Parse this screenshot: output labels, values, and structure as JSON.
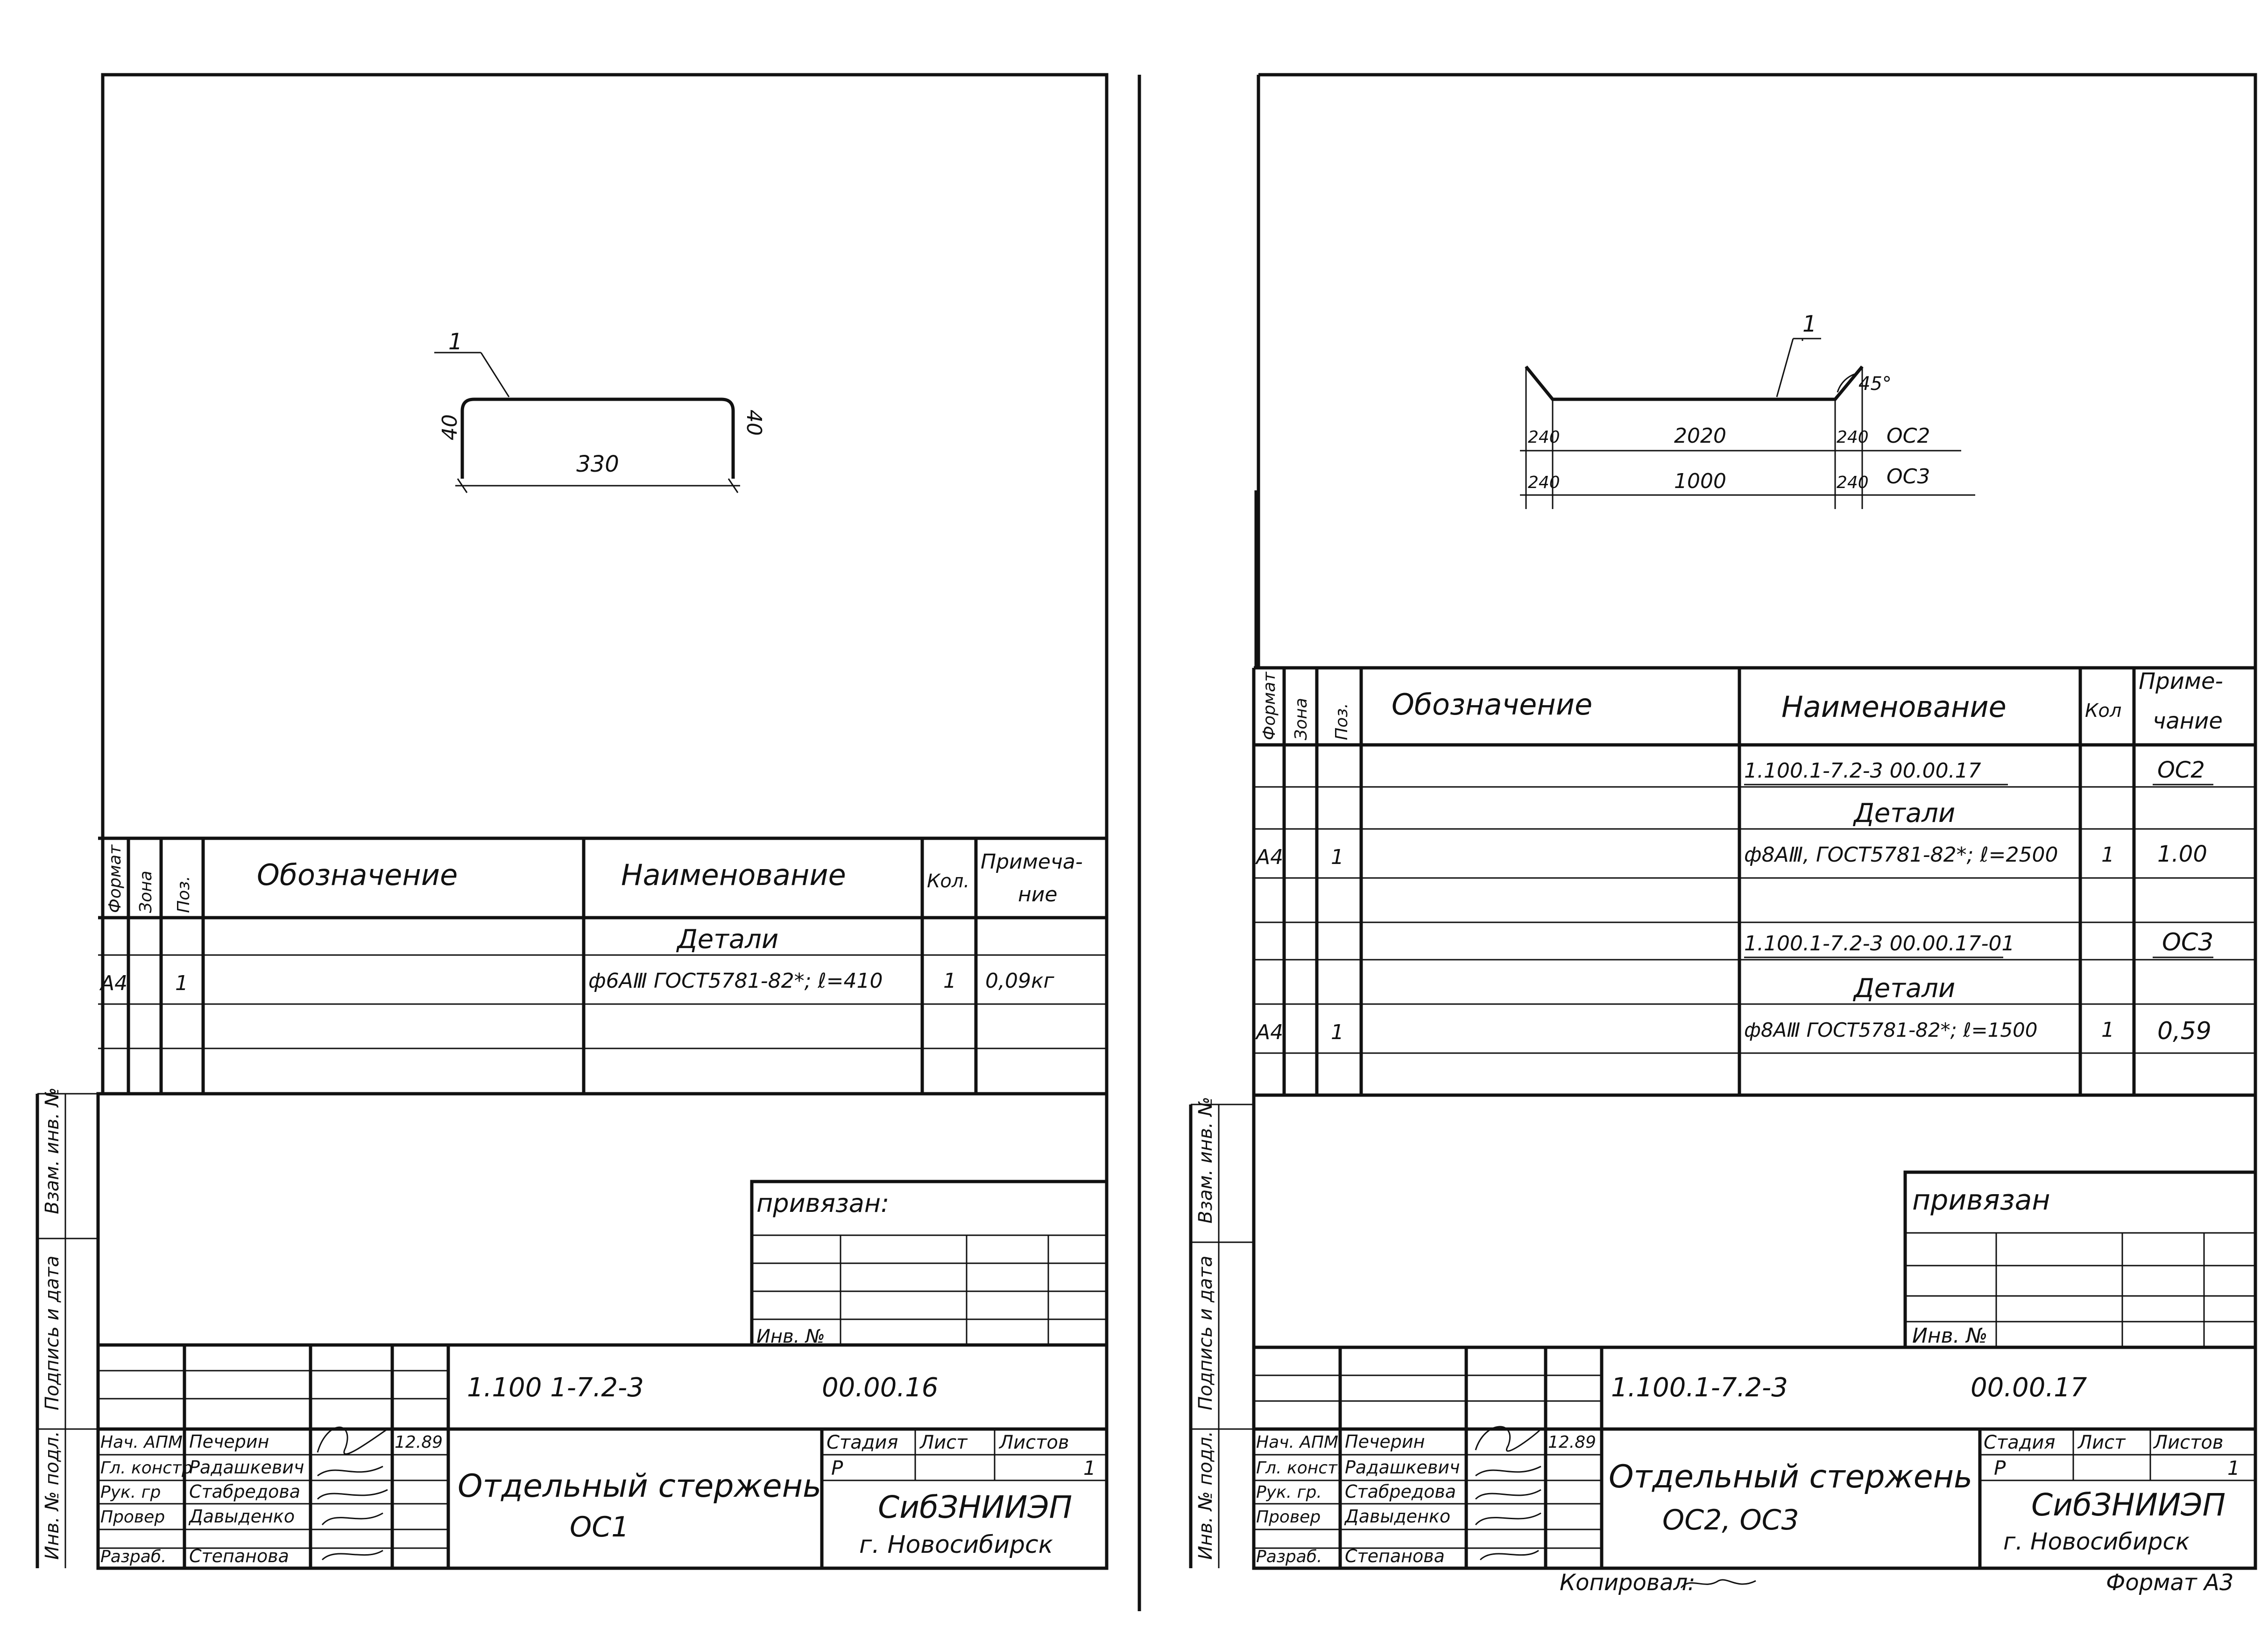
{
  "left_sheet": {
    "drawing": {
      "position_mark": "1",
      "dims": {
        "left_leg": "40",
        "right_leg": "40",
        "length": "330"
      }
    },
    "spec": {
      "headers": {
        "format": "Формат",
        "zone": "Зона",
        "pos": "Поз.",
        "designation": "Обозначение",
        "name": "Наименование",
        "qty": "Кол.",
        "note": "Примеча-\nние"
      },
      "rows": [
        {
          "format": "",
          "pos": "",
          "designation": "",
          "name": "Детали",
          "qty": "",
          "note": ""
        },
        {
          "format": "А4",
          "pos": "1",
          "designation": "",
          "name": "ф6АⅢ ГОСТ5781-82*; ℓ=410",
          "qty": "1",
          "note": "0,09кг"
        }
      ]
    },
    "side_labels": {
      "vzam": "Взам. инв. №",
      "podpis": "Подпись и дата",
      "inv": "Инв. № подл."
    },
    "privyazan": {
      "label": "привязан:",
      "inv": "Инв. №"
    },
    "title_block": {
      "code": "1.100 1-7.2-3",
      "code_suffix": "00.00.16",
      "roles": [
        "Нач. АПМ.",
        "Гл. констр",
        "Рук. гр",
        "Провер",
        "Разраб."
      ],
      "names": [
        "Печерин",
        "Радашкевич",
        "Стабредова",
        "Давыденко",
        "Степанова"
      ],
      "date": "12.89",
      "title_line1": "Отдельный стержень",
      "title_line2": "ОС1",
      "stage_head": "Стадия",
      "sheet_head": "Лист",
      "sheets_head": "Листов",
      "stage": "Р",
      "sheets": "1",
      "org": "СибЗНИИЭП",
      "city": "г. Новосибирск"
    }
  },
  "right_sheet": {
    "drawing": {
      "position_mark": "1",
      "angle": "45°",
      "row1": {
        "left": "240",
        "mid": "2020",
        "right": "240",
        "mark": "ОС2"
      },
      "row2": {
        "left": "240",
        "mid": "1000",
        "right": "240",
        "mark": "ОС3"
      }
    },
    "spec": {
      "headers": {
        "format": "Формат",
        "zone": "Зона",
        "pos": "Поз.",
        "designation": "Обозначение",
        "name": "Наименование",
        "qty": "Кол",
        "note": "Приме-\nчание"
      },
      "rows": [
        {
          "format": "",
          "pos": "",
          "name": "1.100.1-7.2-3   00.00.17",
          "qty": "",
          "note": "ОС2"
        },
        {
          "format": "",
          "pos": "",
          "name": "Детали",
          "qty": "",
          "note": ""
        },
        {
          "format": "А4",
          "pos": "1",
          "name": "ф8АⅢ, ГОСТ5781-82*; ℓ=2500",
          "qty": "1",
          "note": "1.00"
        },
        {
          "format": "",
          "pos": "",
          "name": "",
          "qty": "",
          "note": ""
        },
        {
          "format": "",
          "pos": "",
          "name": "1.100.1-7.2-3  00.00.17-01",
          "qty": "",
          "note": "ОС3"
        },
        {
          "format": "",
          "pos": "",
          "name": "Детали",
          "qty": "",
          "note": ""
        },
        {
          "format": "А4",
          "pos": "1",
          "name": "ф8АⅢ ГОСТ5781-82*; ℓ=1500",
          "qty": "1",
          "note": "0,59"
        }
      ]
    },
    "side_labels": {
      "vzam": "Взам. инв. №",
      "podpis": "Подпись и дата",
      "inv": "Инв. № подл."
    },
    "privyazan": {
      "label": "привязан",
      "inv": "Инв. №"
    },
    "title_block": {
      "code": "1.100.1-7.2-3",
      "code_suffix": "00.00.17",
      "roles": [
        "Нач. АПМ.",
        "Гл. конст.",
        "Рук. гр.",
        "Провер",
        "Разраб."
      ],
      "names": [
        "Печерин",
        "Радашкевич",
        "Стабредова",
        "Давыденко",
        "Степанова"
      ],
      "date": "12.89",
      "title_line1": "Отдельный стержень",
      "title_line2": "ОС2, ОС3",
      "stage_head": "Стадия",
      "sheet_head": "Лист",
      "sheets_head": "Листов",
      "stage": "Р",
      "sheets": "1",
      "org": "СибЗНИИЭП",
      "city": "г. Новосибирск"
    },
    "footer": {
      "copied": "Копировал:",
      "format": "Формат А3"
    }
  }
}
